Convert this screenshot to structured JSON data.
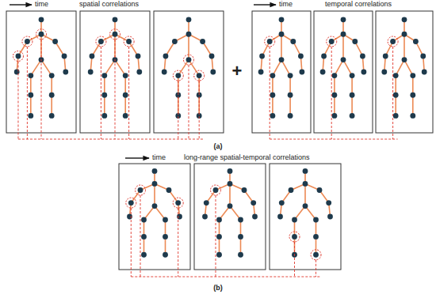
{
  "diagram": {
    "labels": [
      "time",
      "spatial correlations",
      "time",
      "temporal correlations",
      "+",
      "(a)",
      "time",
      "long-range spatial-temporal correlations",
      "(b)"
    ]
  }
}
